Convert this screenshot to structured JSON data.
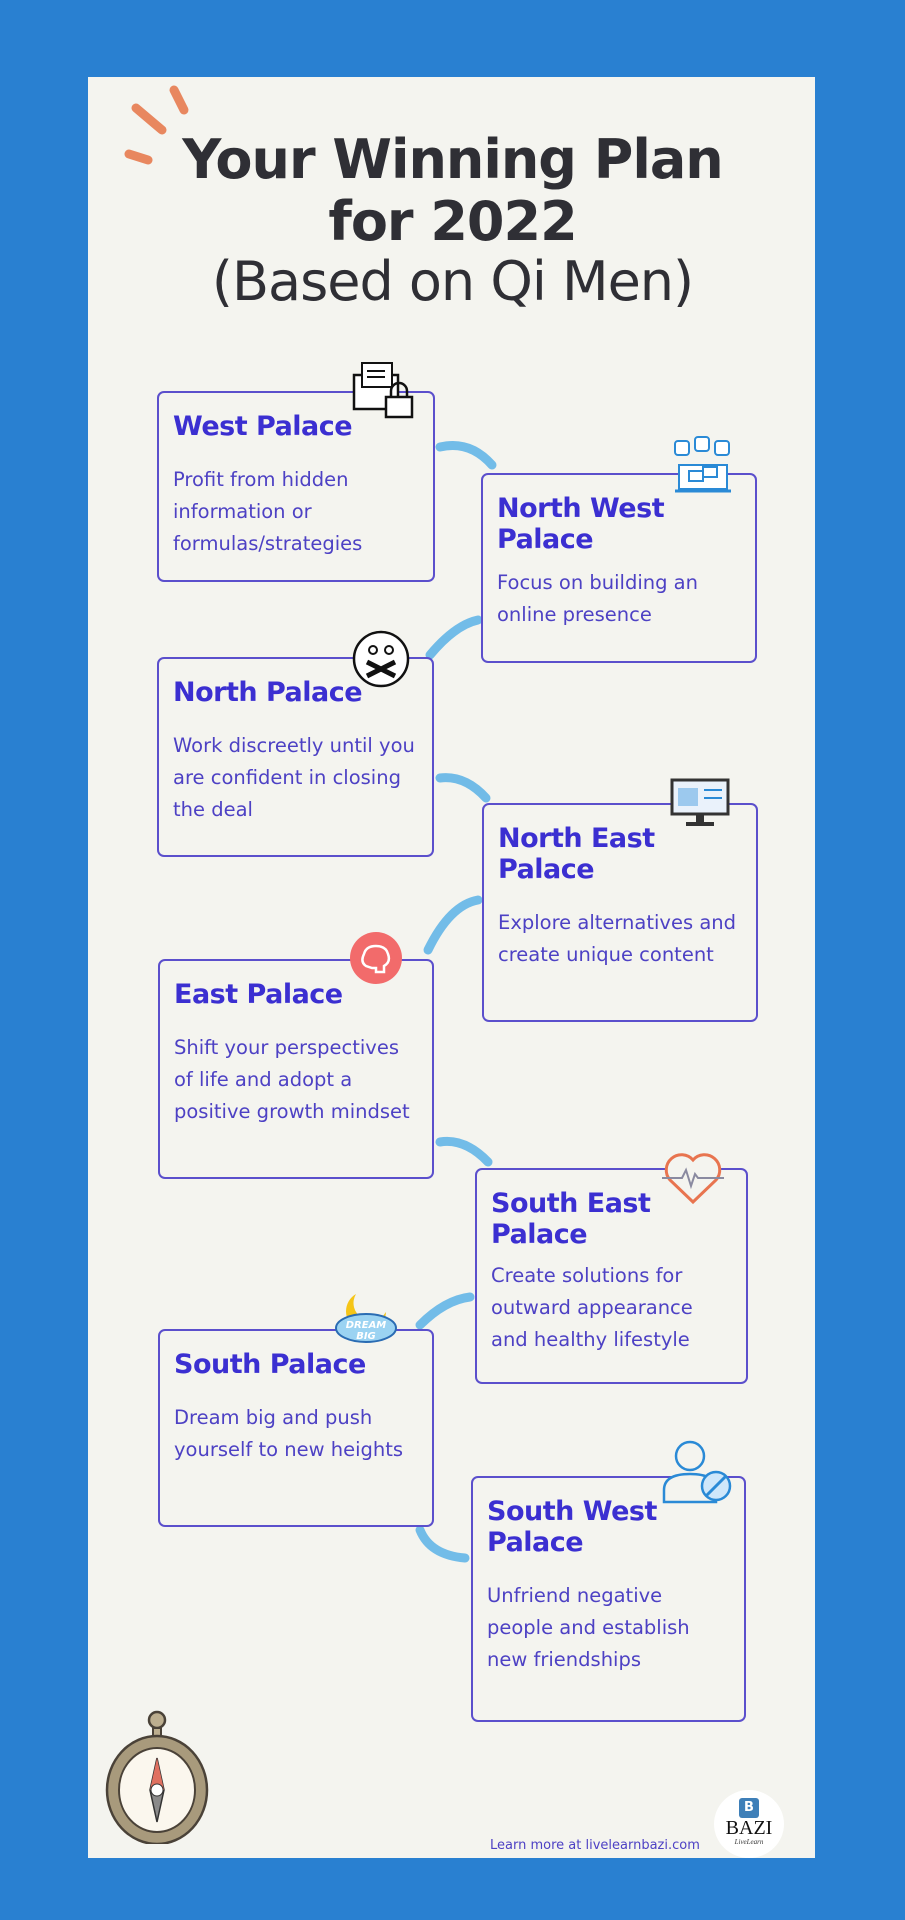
{
  "header": {
    "line1": "Your Winning Plan",
    "line2": "for 2022",
    "line3": "(Based on Qi Men)"
  },
  "palaces": [
    {
      "title": "West Palace",
      "text": "Profit from hidden information or formulas/strategies",
      "icon": "folder-lock-icon"
    },
    {
      "title": "North West Palace",
      "text": "Focus on building an online presence",
      "icon": "social-media-icon"
    },
    {
      "title": "North Palace",
      "text": "Work discreetly until you are confident in closing the deal",
      "icon": "silenced-face-icon"
    },
    {
      "title": "North East Palace",
      "text": "Explore alternatives and create unique content",
      "icon": "monitor-icon"
    },
    {
      "title": "East Palace",
      "text": "Shift your perspectives of life and adopt a positive growth mindset",
      "icon": "brain-icon"
    },
    {
      "title": "South East Palace",
      "text": "Create solutions for outward appearance and healthy lifestyle",
      "icon": "heartbeat-icon"
    },
    {
      "title": "South Palace",
      "text": "Dream big and push yourself to new heights",
      "icon": "dream-big-icon"
    },
    {
      "title": "South West Palace",
      "text": "Unfriend negative people and establish new friendships",
      "icon": "user-block-icon"
    }
  ],
  "footer": {
    "learn_more": "Learn more at livelearnbazi.com",
    "logo_text": "BAZI",
    "logo_sub": "LiveLearn",
    "logo_letter": "B"
  },
  "dream_big_text": "DREAM BIG",
  "colors": {
    "background": "#2980d1",
    "card": "#f4f4ef",
    "accent": "#3b2fd1",
    "orange": "#e8875f"
  }
}
